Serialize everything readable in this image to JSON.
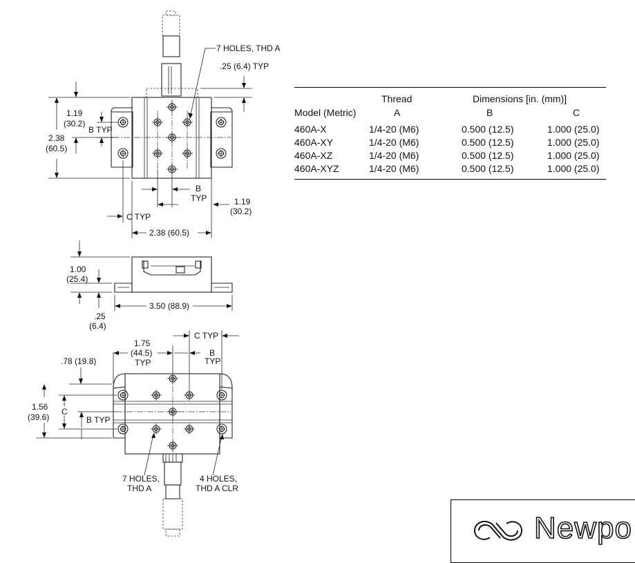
{
  "callouts": {
    "holes_top": "7 HOLES, THD A",
    "typ_top": ".25 (6.4) TYP",
    "dim_119_a": "1.19",
    "dim_302_a": "(30.2)",
    "b_typ_top": "B TYP",
    "dim_238": "2.38",
    "dim_605": "(60.5)",
    "b_label": "B",
    "typ_label": "TYP",
    "dim_119_b": "1.19",
    "dim_302_b": "(30.2)",
    "c_typ": "C TYP",
    "width_238": "2.38 (60.5)",
    "dim_100": "1.00",
    "dim_254": "(25.4)",
    "length_350": "3.50 (88.9)",
    "dim_25": ".25",
    "dim_64": "(6.4)",
    "c_typ_bottom": "C TYP",
    "dim_175": "1.75",
    "dim_445": "(44.5)",
    "typ_175": "TYP",
    "dim_78": ".78 (19.8)",
    "b_bottom": "B",
    "typ_bottom": "TYP",
    "dim_156": "1.56",
    "dim_396": "(39.6)",
    "c_label": "C",
    "b_typ_bottom": "B TYP",
    "holes7_l1": "7 HOLES,",
    "holes7_l2": "THD A",
    "holes4_l1": "4 HOLES,",
    "holes4_l2": "THD A CLR"
  },
  "table": {
    "headers": {
      "model": "Model (Metric)",
      "thread": "Thread",
      "a": "A",
      "dimensions": "Dimensions [in. (mm)]",
      "b": "B",
      "c": "C"
    },
    "rows": [
      {
        "model": "460A-X",
        "a": "1/4-20 (M6)",
        "b": "0.500 (12.5)",
        "c": "1.000 (25.0)"
      },
      {
        "model": "460A-XY",
        "a": "1/4-20 (M6)",
        "b": "0.500 (12.5)",
        "c": "1.000 (25.0)"
      },
      {
        "model": "460A-XZ",
        "a": "1/4-20 (M6)",
        "b": "0.500 (12.5)",
        "c": "1.000 (25.0)"
      },
      {
        "model": "460A-XYZ",
        "a": "1/4-20 (M6)",
        "b": "0.500 (12.5)",
        "c": "1.000 (25.0)"
      }
    ]
  },
  "logo": {
    "text": "Newpo"
  }
}
